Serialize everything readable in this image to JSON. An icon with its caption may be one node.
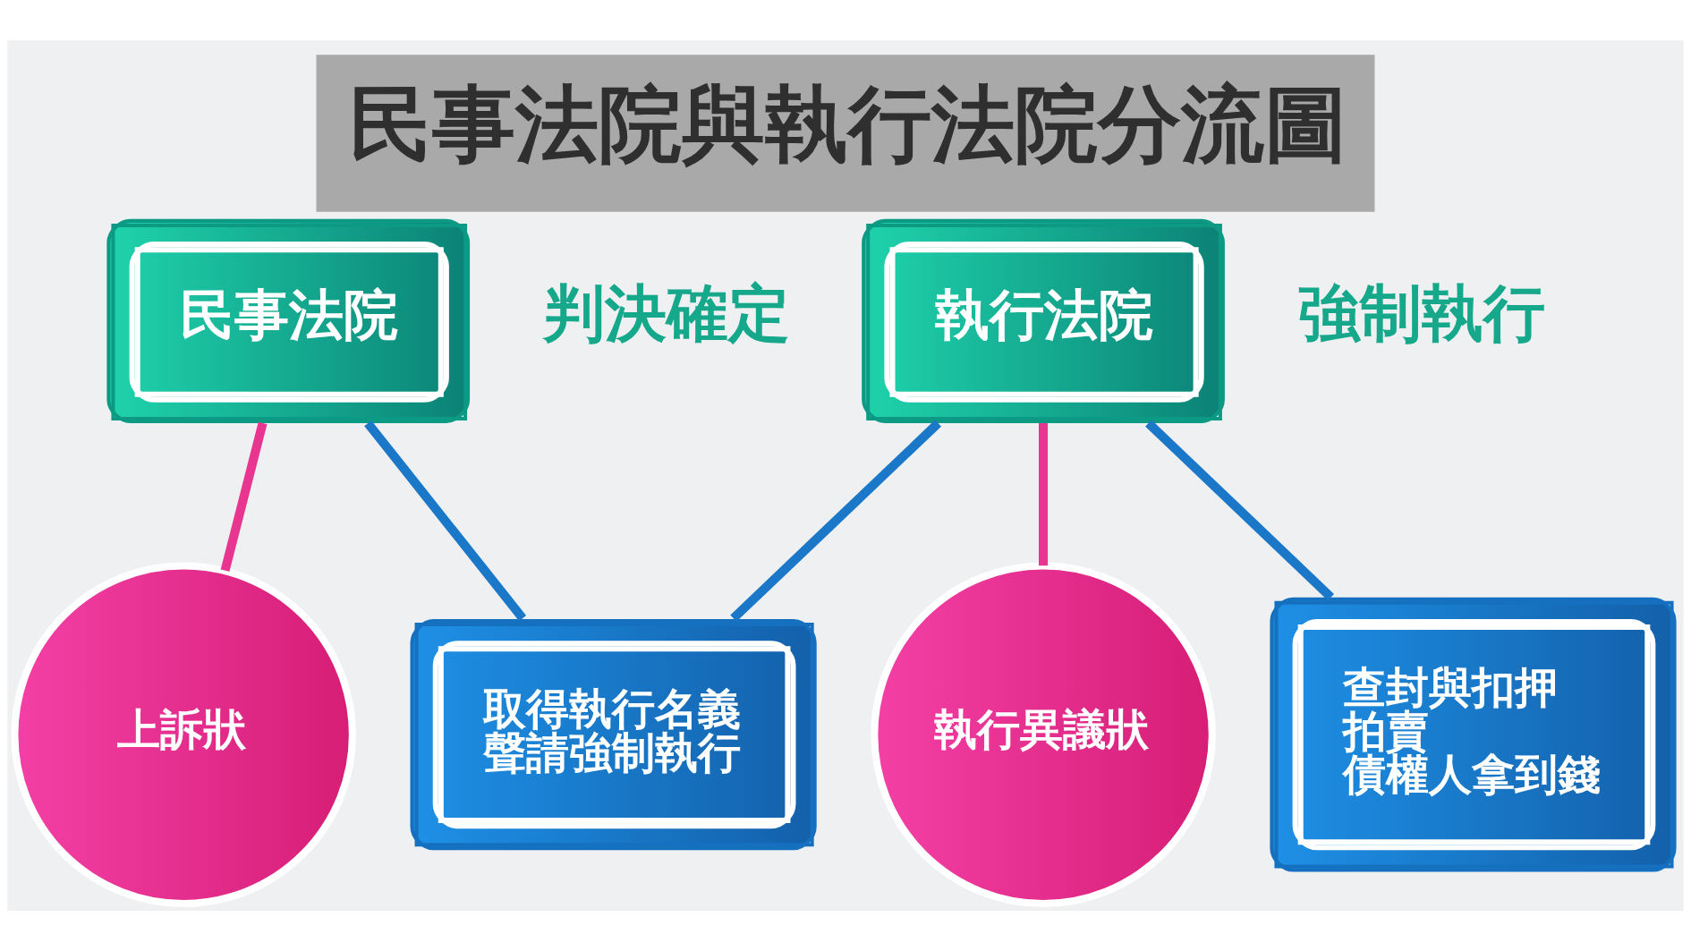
{
  "diagram": {
    "title": "民事法院與執行法院分流圖",
    "nodes": [
      {
        "text": [
          "民事法院"
        ],
        "beside": [
          "判決確定"
        ]
      },
      {
        "text": [
          "執行法院"
        ],
        "beside": [
          "強制執行"
        ]
      },
      {
        "text": [
          "上訴狀"
        ]
      },
      {
        "text": [
          "取得執行名義",
          "聲請強制執行"
        ]
      },
      {
        "text": [
          "執行異議狀"
        ]
      },
      {
        "text": [
          "查封與扣押",
          "拍賣",
          "債權人拿到錢"
        ]
      }
    ],
    "edges": [
      {
        "from": 0,
        "to": 2,
        "arrow": "none",
        "color": "#e8358f"
      },
      {
        "from": 0,
        "to": 3,
        "arrow": "none"
      },
      {
        "from": 1,
        "to": 3,
        "arrow": "none"
      },
      {
        "from": 1,
        "to": 4,
        "arrow": "none",
        "color": "#e8358f"
      },
      {
        "from": 1,
        "to": 5,
        "arrow": "none"
      }
    ]
  }
}
